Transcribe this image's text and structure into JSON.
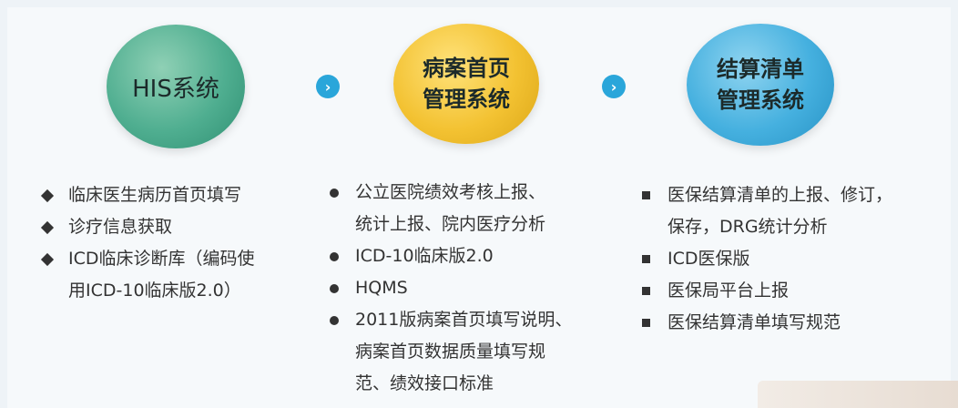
{
  "nodes": [
    {
      "title_lines": [
        "HIS系统"
      ]
    },
    {
      "title_lines": [
        "病案首页",
        "管理系统"
      ]
    },
    {
      "title_lines": [
        "结算清单",
        "管理系统"
      ]
    }
  ],
  "arrow_glyph": "›",
  "lists": [
    {
      "items": [
        {
          "lines": [
            "临床医生病历首页填写"
          ]
        },
        {
          "lines": [
            "诊疗信息获取"
          ]
        },
        {
          "lines": [
            "ICD临床诊断库（编码使",
            "用ICD-10临床版2.0）"
          ]
        }
      ]
    },
    {
      "items": [
        {
          "lines": [
            "公立医院绩效考核上报、",
            "统计上报、院内医疗分析"
          ]
        },
        {
          "lines": [
            "ICD-10临床版2.0"
          ]
        },
        {
          "lines": [
            "HQMS"
          ]
        },
        {
          "lines": [
            "2011版病案首页填写说明、",
            "病案首页数据质量填写规",
            "范、绩效接口标准"
          ]
        }
      ]
    },
    {
      "items": [
        {
          "lines": [
            "医保结算清单的上报、修订，",
            "保存，DRG统计分析"
          ]
        },
        {
          "lines": [
            "ICD医保版"
          ]
        },
        {
          "lines": [
            "医保局平台上报"
          ]
        },
        {
          "lines": [
            "医保结算清单填写规范"
          ]
        }
      ]
    }
  ],
  "colors": {
    "his": "#4fae90",
    "bingan": "#f3c232",
    "jiesuan": "#45b0df",
    "arrow": "#2aa6da"
  }
}
